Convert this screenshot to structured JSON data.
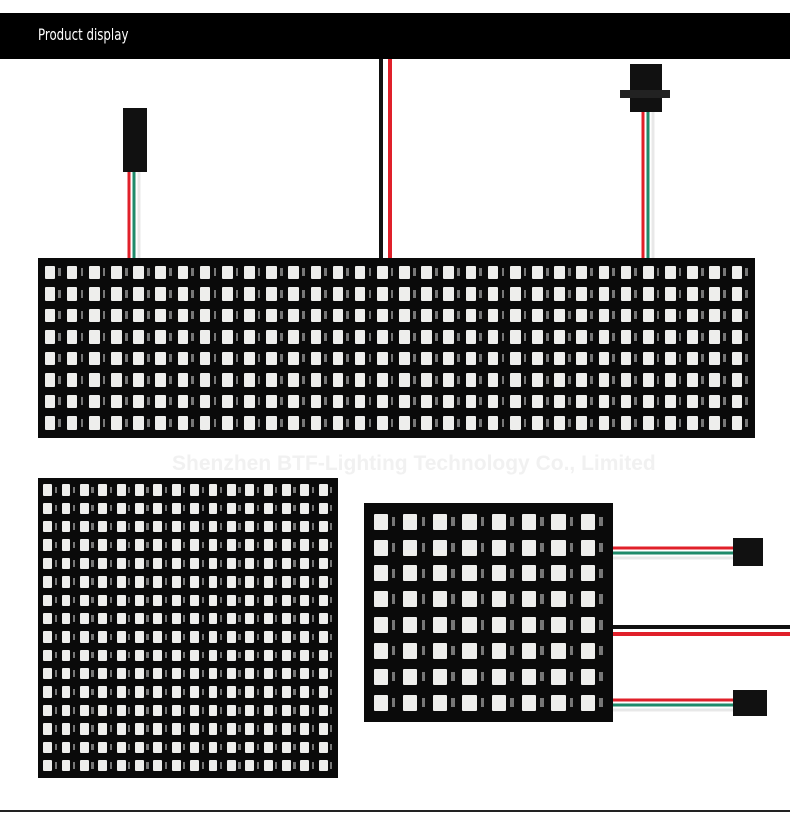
{
  "header": {
    "title": "Product display"
  },
  "watermark": "Shenzhen BTF-Lighting Technology Co., Limited",
  "panels": [
    {
      "name": "led-matrix-8x32",
      "rows": 8,
      "cols": 32
    },
    {
      "name": "led-matrix-16x16",
      "rows": 16,
      "cols": 16
    },
    {
      "name": "led-matrix-8x8",
      "rows": 8,
      "cols": 8
    }
  ],
  "colors": {
    "wire_red": "#e0202a",
    "wire_green": "#1f8a6a",
    "wire_white": "#e8e8e8",
    "wire_black": "#111111",
    "pcb": "#0a0a0a"
  }
}
